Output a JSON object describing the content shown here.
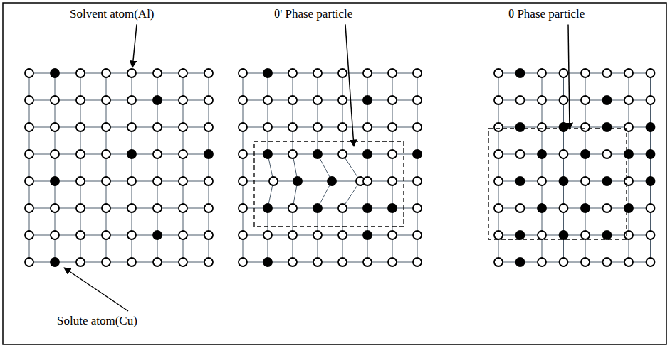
{
  "diagram": {
    "labels": [
      "Solvent atom(Al)",
      "θ' Phase particle",
      "θ Phase particle",
      "Solute atom(Cu)"
    ]
  }
}
